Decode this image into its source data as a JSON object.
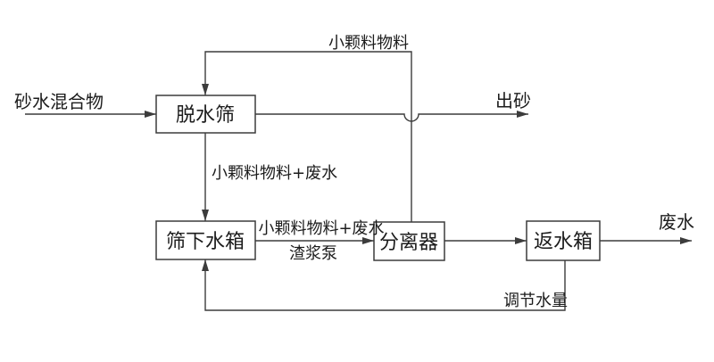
{
  "diagram": {
    "type": "process-flow",
    "background_color": "#ffffff",
    "line_color": "#3c3c3c",
    "text_color": "#1c1c1c",
    "nodes": {
      "dewatering_screen": {
        "label": "脱水筛"
      },
      "under_screen_tank": {
        "label": "筛下水箱"
      },
      "separator": {
        "label": "分离器"
      },
      "return_tank": {
        "label": "返水箱"
      }
    },
    "edge_labels": {
      "feed_in": "砂水混合物",
      "fines_recycle_top": "小颗料物料",
      "sand_out": "出砂",
      "fines_wastewater_down": "小颗料物料+废水",
      "fines_wastewater_pump_line": "小颗料物料+废水",
      "slurry_pump": "渣浆泵",
      "wastewater_out": "废水",
      "water_adjust_return": "调节水量"
    }
  }
}
